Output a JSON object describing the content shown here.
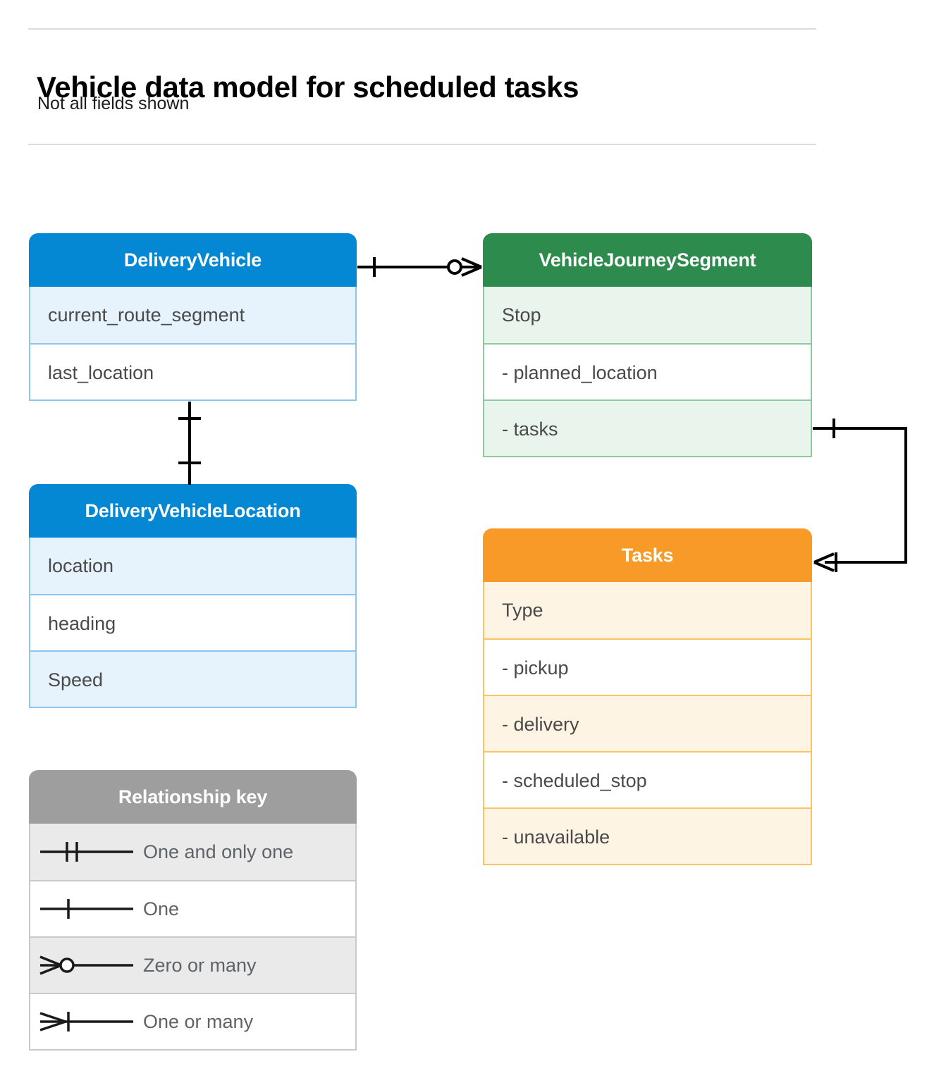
{
  "header": {
    "title": "Vehicle data model for scheduled tasks",
    "subtitle": "Not all fields shown"
  },
  "entities": [
    {
      "id": "delivery-vehicle",
      "name": "DeliveryVehicle",
      "color": "#0588d4",
      "rows": [
        "current_route_segment",
        "last_location"
      ]
    },
    {
      "id": "delivery-vehicle-location",
      "name": "DeliveryVehicleLocation",
      "color": "#0588d4",
      "rows": [
        "location",
        "heading",
        "Speed"
      ]
    },
    {
      "id": "vehicle-journey-segment",
      "name": "VehicleJourneySegment",
      "color": "#2e8b4e",
      "rows": [
        "Stop",
        "-  planned_location",
        "- tasks"
      ]
    },
    {
      "id": "tasks",
      "name": "Tasks",
      "color": "#f79a28",
      "rows": [
        "Type",
        "-  pickup",
        "-  delivery",
        "-  scheduled_stop",
        "-  unavailable"
      ]
    }
  ],
  "legend": {
    "title": "Relationship key",
    "items": [
      {
        "symbol": "one-and-only-one",
        "label": "One and only one"
      },
      {
        "symbol": "one",
        "label": "One"
      },
      {
        "symbol": "zero-or-many",
        "label": "Zero or many"
      },
      {
        "symbol": "one-or-many",
        "label": "One or many"
      }
    ]
  },
  "relationships": [
    {
      "id": "dv-to-vjs",
      "from": "DeliveryVehicle",
      "to": "VehicleJourneySegment",
      "from_cardinality": "One",
      "to_cardinality": "Zero or many"
    },
    {
      "id": "dv-to-dvl",
      "from": "DeliveryVehicle",
      "to": "DeliveryVehicleLocation",
      "from_cardinality": "One",
      "to_cardinality": "One"
    },
    {
      "id": "vjs-tasks-to-tasks",
      "from": "VehicleJourneySegment",
      "to": "Tasks",
      "from_cardinality": "One",
      "to_cardinality": "One or many"
    }
  ],
  "colors": {
    "blue": "#0588d4",
    "green": "#2e8b4e",
    "orange": "#f79a28",
    "grey": "#9e9e9e",
    "line": "#000000",
    "rule": "#dadce0"
  }
}
